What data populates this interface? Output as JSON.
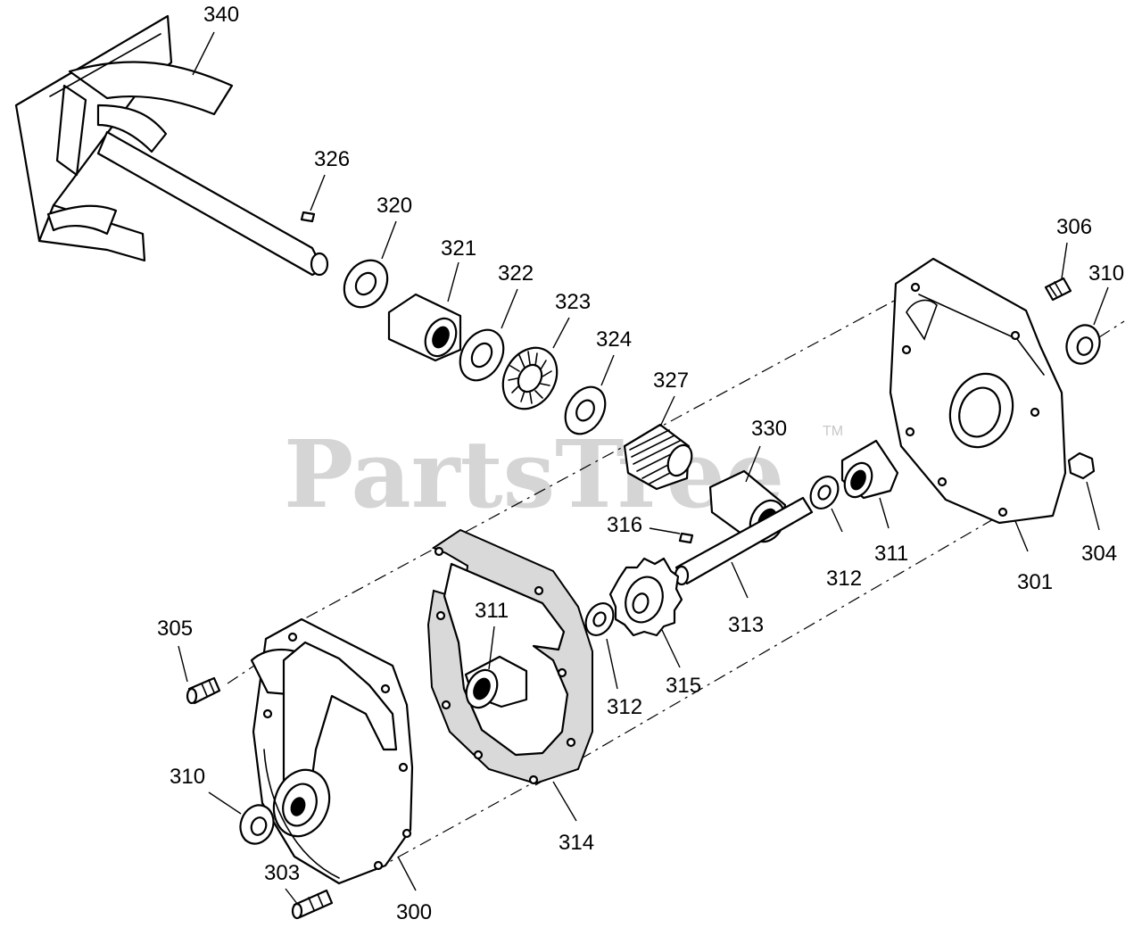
{
  "watermark": {
    "text": "PartsTree",
    "tm": "TM"
  },
  "labels": {
    "p340": "340",
    "p326": "326",
    "p320": "320",
    "p321": "321",
    "p322": "322",
    "p323": "323",
    "p324": "324",
    "p327": "327",
    "p330": "330",
    "p306": "306",
    "p310a": "310",
    "p316": "316",
    "p311a": "311",
    "p312a": "312",
    "p304": "304",
    "p301": "301",
    "p313": "313",
    "p305": "305",
    "p311b": "311",
    "p312b": "312",
    "p315": "315",
    "p310b": "310",
    "p314": "314",
    "p303": "303",
    "p300": "300"
  }
}
